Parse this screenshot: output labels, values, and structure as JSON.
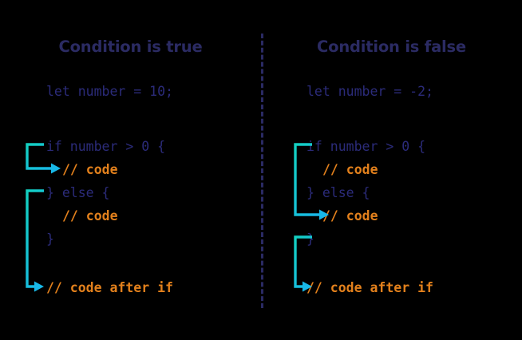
{
  "theme": {
    "background": "#000000",
    "title_color": "#2b2b63",
    "keyword_color": "#2b2b7a",
    "comment_color": "#e2801c",
    "arrow_color_start": "#13d0c0",
    "arrow_color_end": "#18b8e8",
    "divider_color": "#2a2a63"
  },
  "divider": {
    "style": "dashed",
    "orientation": "vertical"
  },
  "panels": [
    {
      "id": "condition-true",
      "title": "Condition is true",
      "declaration": "let number = 10;",
      "lines": [
        {
          "text": "if number > 0 {",
          "kind": "keyword",
          "indent": 0
        },
        {
          "text": "// code",
          "kind": "comment",
          "indent": 1
        },
        {
          "text": "} else {",
          "kind": "keyword",
          "indent": 0
        },
        {
          "text": "// code",
          "kind": "comment",
          "indent": 1
        },
        {
          "text": "}",
          "kind": "keyword",
          "indent": 0
        },
        {
          "text": "// code after if",
          "kind": "comment",
          "indent": 0
        }
      ],
      "flow_arrows": [
        {
          "name": "arrow-if-to-then",
          "from_line": "if number > 0 {",
          "to_line": "// code"
        },
        {
          "name": "arrow-else-to-after",
          "from_line": "} else {",
          "to_line": "// code after if"
        }
      ]
    },
    {
      "id": "condition-false",
      "title": "Condition is false",
      "declaration": "let number = -2;",
      "lines": [
        {
          "text": "if number > 0 {",
          "kind": "keyword",
          "indent": 0
        },
        {
          "text": "// code",
          "kind": "comment",
          "indent": 1
        },
        {
          "text": "} else {",
          "kind": "keyword",
          "indent": 0
        },
        {
          "text": "// code",
          "kind": "comment",
          "indent": 1
        },
        {
          "text": "}",
          "kind": "keyword",
          "indent": 0
        },
        {
          "text": "// code after if",
          "kind": "comment",
          "indent": 0
        }
      ],
      "flow_arrows": [
        {
          "name": "arrow-if-to-else-branch",
          "from_line": "if number > 0 {",
          "to_line": "// code (else branch)"
        },
        {
          "name": "arrow-close-to-after",
          "from_line": "}",
          "to_line": "// code after if"
        }
      ]
    }
  ]
}
